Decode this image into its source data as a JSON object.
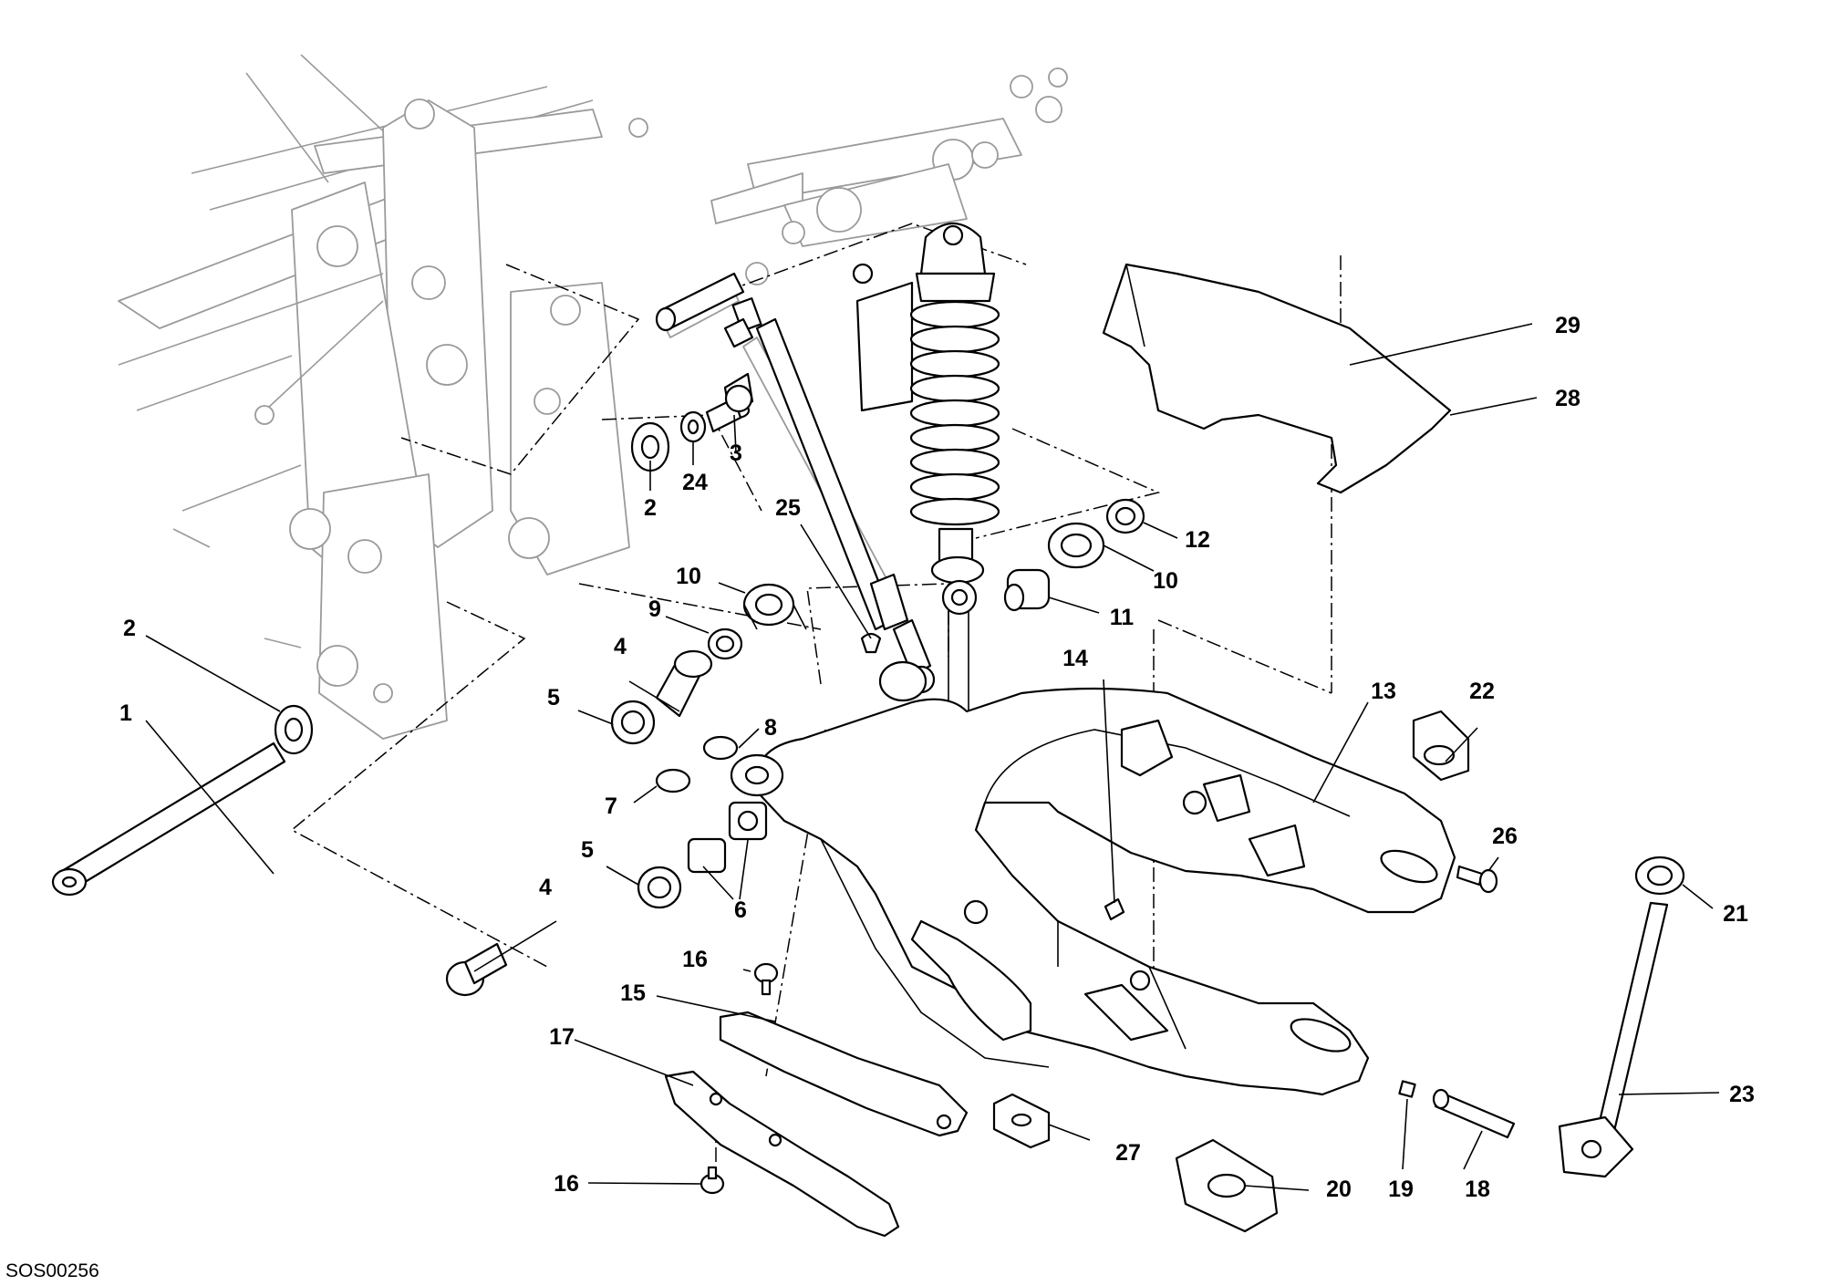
{
  "drawing_code": "SOS00256",
  "callouts": {
    "c1": "1",
    "c2a": "2",
    "c2b": "2",
    "c3": "3",
    "c4a": "4",
    "c4b": "4",
    "c5a": "5",
    "c5b": "5",
    "c6": "6",
    "c7": "7",
    "c8": "8",
    "c9": "9",
    "c10a": "10",
    "c10b": "10",
    "c11": "11",
    "c12": "12",
    "c13": "13",
    "c14": "14",
    "c15": "15",
    "c16a": "16",
    "c16b": "16",
    "c17": "17",
    "c18": "18",
    "c19": "19",
    "c20": "20",
    "c21": "21",
    "c22": "22",
    "c23": "23",
    "c24": "24",
    "c25": "25",
    "c26": "26",
    "c27": "27",
    "c28": "28",
    "c29": "29"
  }
}
